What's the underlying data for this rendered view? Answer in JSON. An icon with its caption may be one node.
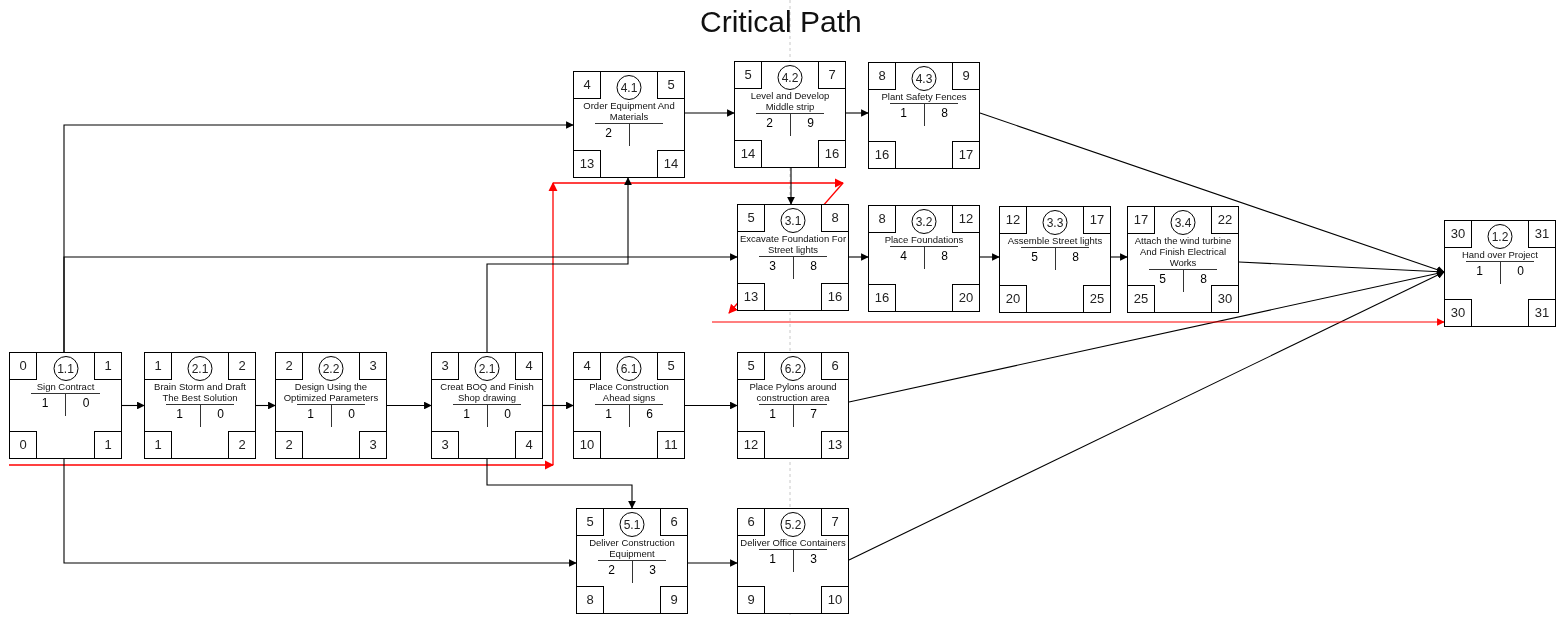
{
  "diagram": {
    "title": "Critical Path",
    "nodes": [
      {
        "text": [
          "0",
          "1.1",
          "1",
          "Sign Contract",
          "1",
          "0",
          "0",
          "1"
        ]
      },
      {
        "text": [
          "1",
          "2.1",
          "2",
          "Brain Storm and Draft The Best Solution",
          "1",
          "0",
          "1",
          "2"
        ]
      },
      {
        "text": [
          "2",
          "2.2",
          "3",
          "Design Using the Optimized Parameters",
          "1",
          "0",
          "2",
          "3"
        ]
      },
      {
        "text": [
          "3",
          "2.1",
          "4",
          "Creat BOQ and Finish Shop drawing",
          "1",
          "0",
          "3",
          "4"
        ]
      },
      {
        "text": [
          "4",
          "4.1",
          "5",
          "Order Equipment And Materials",
          "2",
          "13",
          "14"
        ]
      },
      {
        "text": [
          "5",
          "4.2",
          "7",
          "Level and Develop Middle strip",
          "2",
          "9",
          "14",
          "16"
        ]
      },
      {
        "text": [
          "8",
          "4.3",
          "9",
          "Plant Safety Fences",
          "1",
          "8",
          "16",
          "17"
        ]
      },
      {
        "text": [
          "5",
          "3.1",
          "8",
          "Excavate Foundation For Street lights",
          "3",
          "8",
          "13",
          "16"
        ]
      },
      {
        "text": [
          "8",
          "3.2",
          "12",
          "Place Foundations",
          "4",
          "8",
          "16",
          "20"
        ]
      },
      {
        "text": [
          "12",
          "3.3",
          "17",
          "Assemble Street lights",
          "5",
          "8",
          "20",
          "25"
        ]
      },
      {
        "text": [
          "17",
          "3.4",
          "22",
          "Attach the wind turbine And Finish Electrical Works",
          "5",
          "8",
          "25",
          "30"
        ]
      },
      {
        "text": [
          "30",
          "1.2",
          "31",
          "Hand over Project",
          "1",
          "0",
          "30",
          "31"
        ]
      },
      {
        "text": [
          "4",
          "6.1",
          "5",
          "Place Construction Ahead signs",
          "1",
          "6",
          "10",
          "11"
        ]
      },
      {
        "text": [
          "5",
          "6.2",
          "6",
          "Place Pylons around construction area",
          "1",
          "7",
          "12",
          "13"
        ]
      },
      {
        "text": [
          "5",
          "5.1",
          "6",
          "Deliver Construction Equipment",
          "2",
          "3",
          "8",
          "9"
        ]
      },
      {
        "text": [
          "6",
          "5.2",
          "7",
          "Deliver Office Containers",
          "1",
          "3",
          "9",
          "10"
        ]
      }
    ],
    "edges": [
      {
        "from": 0,
        "to": 1,
        "arrow": "to"
      },
      {
        "from": 1,
        "to": 2,
        "arrow": "to"
      },
      {
        "from": 2,
        "to": 3,
        "arrow": "to"
      },
      {
        "from": 3,
        "to": 12,
        "arrow": "to"
      },
      {
        "from": 12,
        "to": 13,
        "arrow": "to"
      },
      {
        "from": 0,
        "to": 4,
        "arrow": "to"
      },
      {
        "from": 0,
        "to": 7,
        "arrow": "to"
      },
      {
        "from": 0,
        "to": 14,
        "arrow": "to"
      },
      {
        "from": 3,
        "to": 4,
        "arrow": "to"
      },
      {
        "from": 3,
        "to": 14,
        "arrow": "to"
      },
      {
        "from": 4,
        "to": 5,
        "arrow": "to"
      },
      {
        "from": 5,
        "to": 6,
        "arrow": "to"
      },
      {
        "from": 5,
        "to": 7,
        "arrow": "to"
      },
      {
        "from": 7,
        "to": 8,
        "arrow": "to"
      },
      {
        "from": 8,
        "to": 9,
        "arrow": "to"
      },
      {
        "from": 9,
        "to": 10,
        "arrow": "to"
      },
      {
        "from": 6,
        "to": 11,
        "arrow": "to"
      },
      {
        "from": 10,
        "to": 11,
        "arrow": "to"
      },
      {
        "from": 13,
        "to": 11,
        "arrow": "to"
      },
      {
        "from": 15,
        "to": 11,
        "arrow": "to"
      },
      {
        "from": 14,
        "to": 15,
        "arrow": "to"
      },
      {
        "from": null,
        "to": 11,
        "arrow": "to",
        "color": "#ff0000"
      }
    ]
  }
}
